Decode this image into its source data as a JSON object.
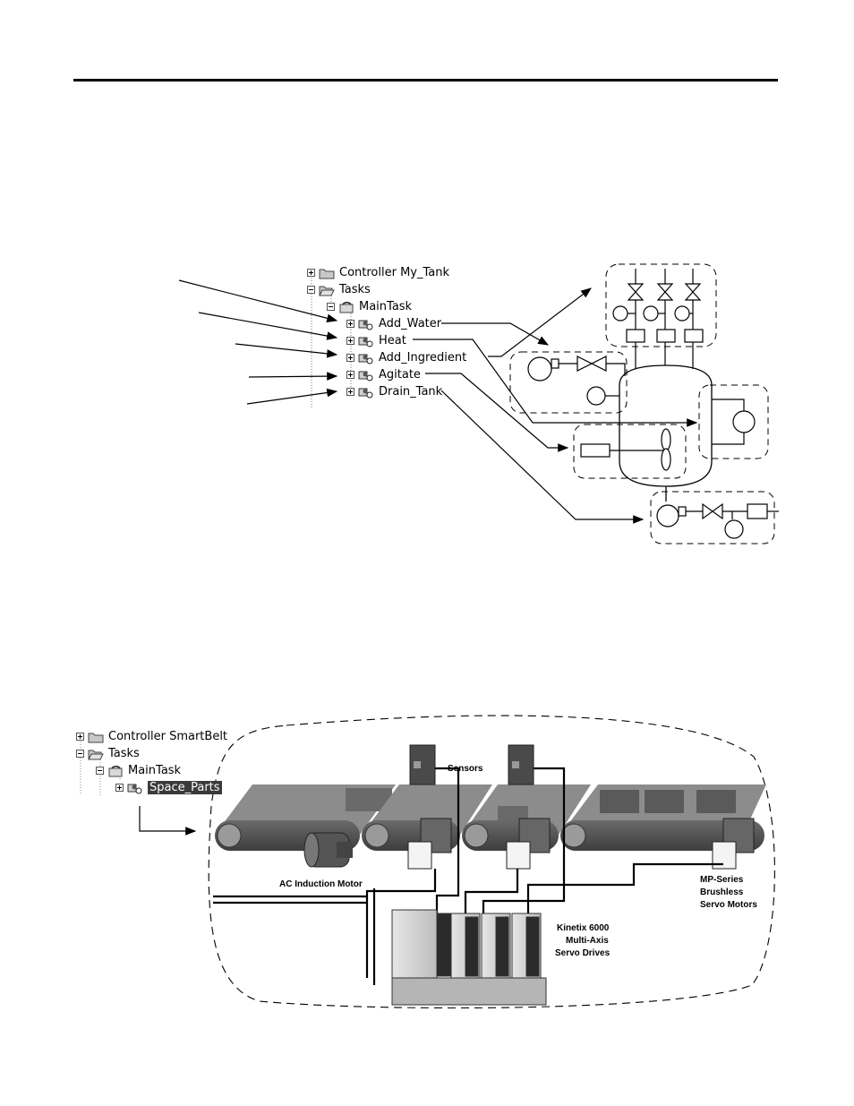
{
  "tank_tree": {
    "controller": "Controller My_Tank",
    "tasks": "Tasks",
    "main_task": "MainTask",
    "programs": [
      "Add_Water",
      "Heat",
      "Add_Ingredient",
      "Agitate",
      "Drain_Tank"
    ]
  },
  "belt_tree": {
    "controller": "Controller SmartBelt",
    "tasks": "Tasks",
    "main_task": "MainTask",
    "program": "Space_Parts"
  },
  "belt_labels": {
    "sensors": "Sensors",
    "ac_motor": "AC Induction Motor",
    "servo_motors": [
      "MP-Series",
      "Brushless",
      "Servo Motors"
    ],
    "servo_drives": [
      "Kinetix 6000",
      "Multi-Axis",
      "Servo Drives"
    ]
  },
  "colors": {
    "ink": "#000000",
    "belt_dark": "#5a5a5a",
    "belt_light": "#9a9a9a",
    "drive_body": "#dcdcdc"
  }
}
